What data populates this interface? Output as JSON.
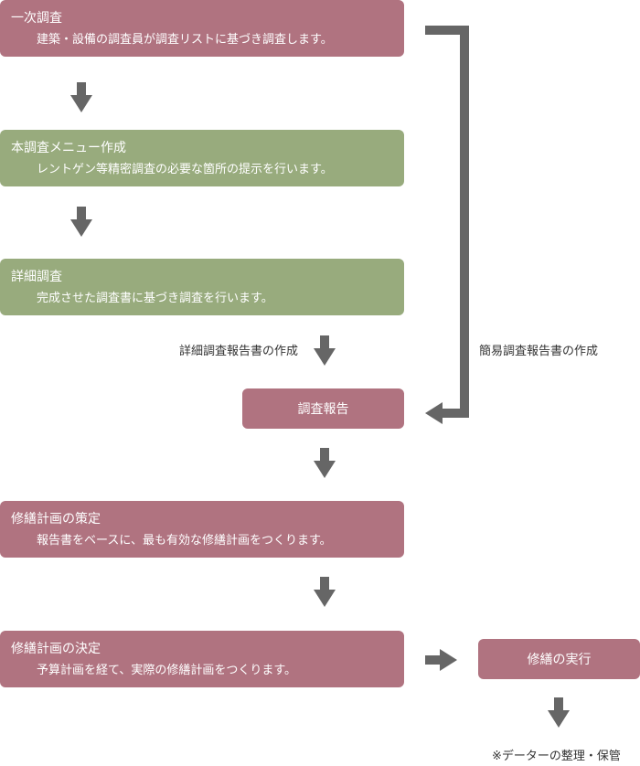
{
  "steps": {
    "initial_survey": {
      "title": "一次調査",
      "desc": "建築・設備の調査員が調査リストに基づき調査します。"
    },
    "main_survey_menu": {
      "title": "本調査メニュー作成",
      "desc": "レントゲン等精密調査の必要な箇所の提示を行います。"
    },
    "detailed_survey": {
      "title": "詳細調査",
      "desc": "完成させた調査書に基づき調査を行います。"
    },
    "survey_report": {
      "title": "調査報告"
    },
    "repair_plan_draft": {
      "title": "修繕計画の策定",
      "desc": "報告書をベースに、最も有効な修繕計画をつくります。"
    },
    "repair_plan_decision": {
      "title": "修繕計画の決定",
      "desc": "予算計画を経て、実際の修繕計画をつくります。"
    },
    "repair_execution": {
      "title": "修繕の実行"
    }
  },
  "labels": {
    "detailed_report_creation": "詳細調査報告書の作成",
    "simple_report_creation": "簡易調査報告書の作成",
    "data_archive": "※データーの整理・保管"
  },
  "colors": {
    "pink": "#b07380",
    "green": "#98ab7d",
    "arrow": "#666666"
  }
}
